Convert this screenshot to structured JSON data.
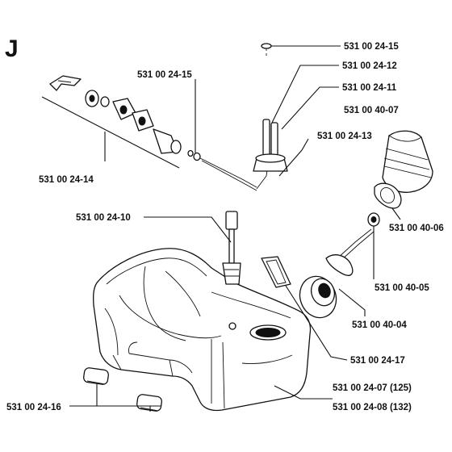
{
  "section_letter": "J",
  "callouts": {
    "c_24_15_top": "531 00 24-15",
    "c_24_12": "531 00 24-12",
    "c_24_11": "531 00 24-11",
    "c_40_07": "531 00 40-07",
    "c_24_13": "531 00 24-13",
    "c_24_15_left": "531 00 24-15",
    "c_24_14": "531 00 24-14",
    "c_24_10": "531 00 24-10",
    "c_40_06": "531 00 40-06",
    "c_40_05": "531 00 40-05",
    "c_40_04": "531 00 40-04",
    "c_24_17": "531 00 24-17",
    "c_24_07": "531 00 24-07 (125)",
    "c_24_08": "531 00 24-08 (132)",
    "c_24_16": "531 00 24-16"
  }
}
